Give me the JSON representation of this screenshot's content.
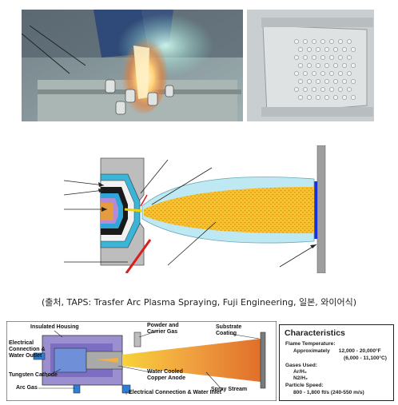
{
  "caption": "(출처, TAPS: Trasfer Arc Plasma Spraying, Fuji Engineering, 일본, 와이어식)",
  "photos": [
    {
      "subject": "plasma spraying torch in operation"
    },
    {
      "subject": "sprayed perforated metal plate"
    }
  ],
  "bottom_diagram": {
    "labels": {
      "insulated_housing": "Insulated Housing",
      "electrical_connection_water_outlet": "Electrical\nConnection &\nWater Outlet",
      "tungsten_cathode": "Tungsten Cathode",
      "arc_gas": "Arc Gas",
      "powder_carrier_gas": "Powder and\nCarrier Gas",
      "water_cooled_copper_anode": "Water Cooled\nCopper Anode",
      "electrical_connection_water_inlet": "Electrical Connection & Water Inlet",
      "substrate_coating": "Substrate\nCoating",
      "spray_stream": "Spray Stream"
    },
    "characteristics": {
      "title": "Characteristics",
      "flame_temperature_label": "Flame Temperature:",
      "flame_temperature_value": "Approximately      12,000 - 20,000°F",
      "flame_temperature_c": "(6,000 - 11,100°C)",
      "gases_used_label": "Gases Used:",
      "gas_1": "Ar/H₂",
      "gas_2": "N2/H₂",
      "particle_speed_label": "Particle Speed:",
      "particle_speed_value": "800 - 1,800 ft/s (240-550 m/s)"
    }
  },
  "colors": {
    "spray_yellow": "#f5c518",
    "spray_orange": "#e8951a",
    "plume_cyan": "#bfe9f2",
    "nozzle_grey": "#bdbdbd",
    "substrate_blue": "#1a2fd6",
    "hot_red": "#d81e1e"
  }
}
